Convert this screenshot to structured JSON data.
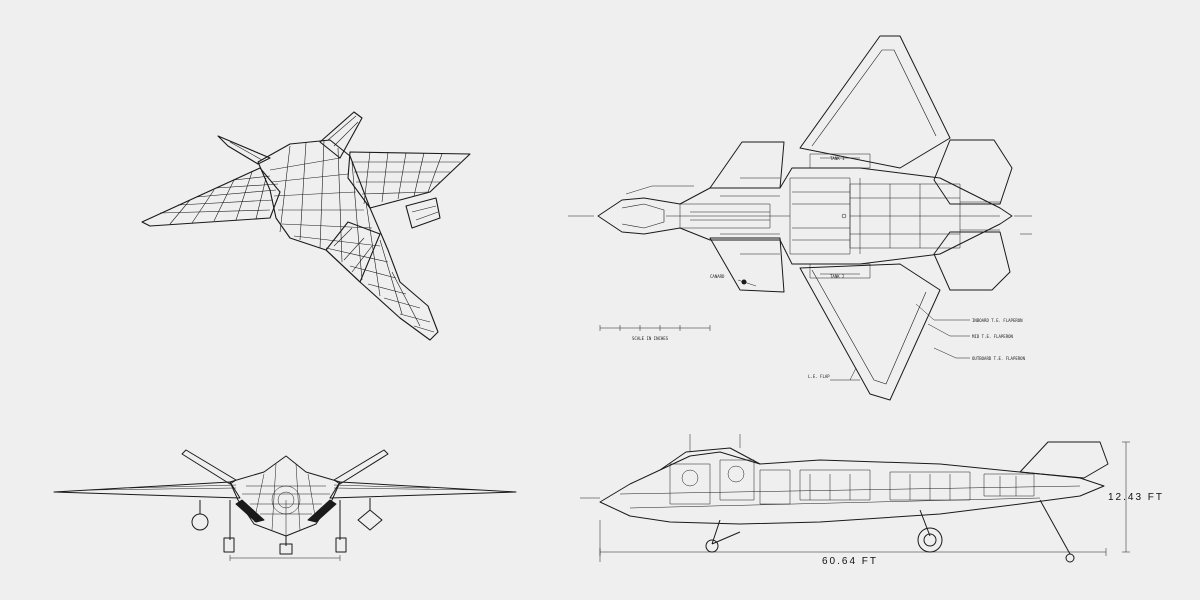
{
  "drawing": {
    "background": "#efefef",
    "ink": "#1a1a1a"
  },
  "views": {
    "perspective": {},
    "plan": {
      "callouts": {
        "tank_1": "TANK 1",
        "tank_2": "TANK 2",
        "canard": "CANARD",
        "inboard": "INBOARD T.E. FLAPERON",
        "mid": "MID T.E. FLAPERON",
        "outboard": "OUTBOARD T.E. FLAPERON",
        "le_flap": "L.E. FLAP",
        "scale": "SCALE IN INCHES"
      }
    },
    "front": {},
    "side": {
      "dimensions": {
        "length": "60.64 FT",
        "height": "12.43 FT"
      }
    }
  }
}
